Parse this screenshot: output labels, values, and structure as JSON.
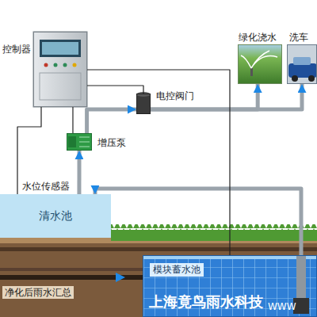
{
  "diagram": {
    "nodes": [
      {
        "text": [
          "控制器"
        ]
      },
      {
        "text": [
          "电控阀门"
        ]
      },
      {
        "text": [
          "增压泵"
        ]
      },
      {
        "text": [
          "清水池"
        ]
      },
      {
        "text": [
          "绿化浇水"
        ]
      },
      {
        "text": [
          "洗车"
        ]
      },
      {
        "text": [
          "模块蓄水池"
        ]
      }
    ],
    "edges": [
      {
        "from": 6,
        "to": 3,
        "arrow": "to"
      },
      {
        "from": 3,
        "to": 2,
        "arrow": "to"
      },
      {
        "from": 2,
        "to": 1,
        "arrow": "to"
      },
      {
        "from": 1,
        "to": 4,
        "arrow": "to"
      },
      {
        "from": 1,
        "to": 5,
        "arrow": "to"
      },
      {
        "from": 0,
        "to": 1,
        "arrow": "none"
      },
      {
        "from": 0,
        "to": 2,
        "arrow": "none"
      },
      {
        "from": 0,
        "to": 3,
        "arrow": "none"
      },
      {
        "from": 0,
        "to": 6,
        "arrow": "none"
      }
    ],
    "labels": [
      "水位传感器",
      "净化后雨水汇总",
      "上海竟鸟雨水科技",
      "WWW"
    ]
  }
}
